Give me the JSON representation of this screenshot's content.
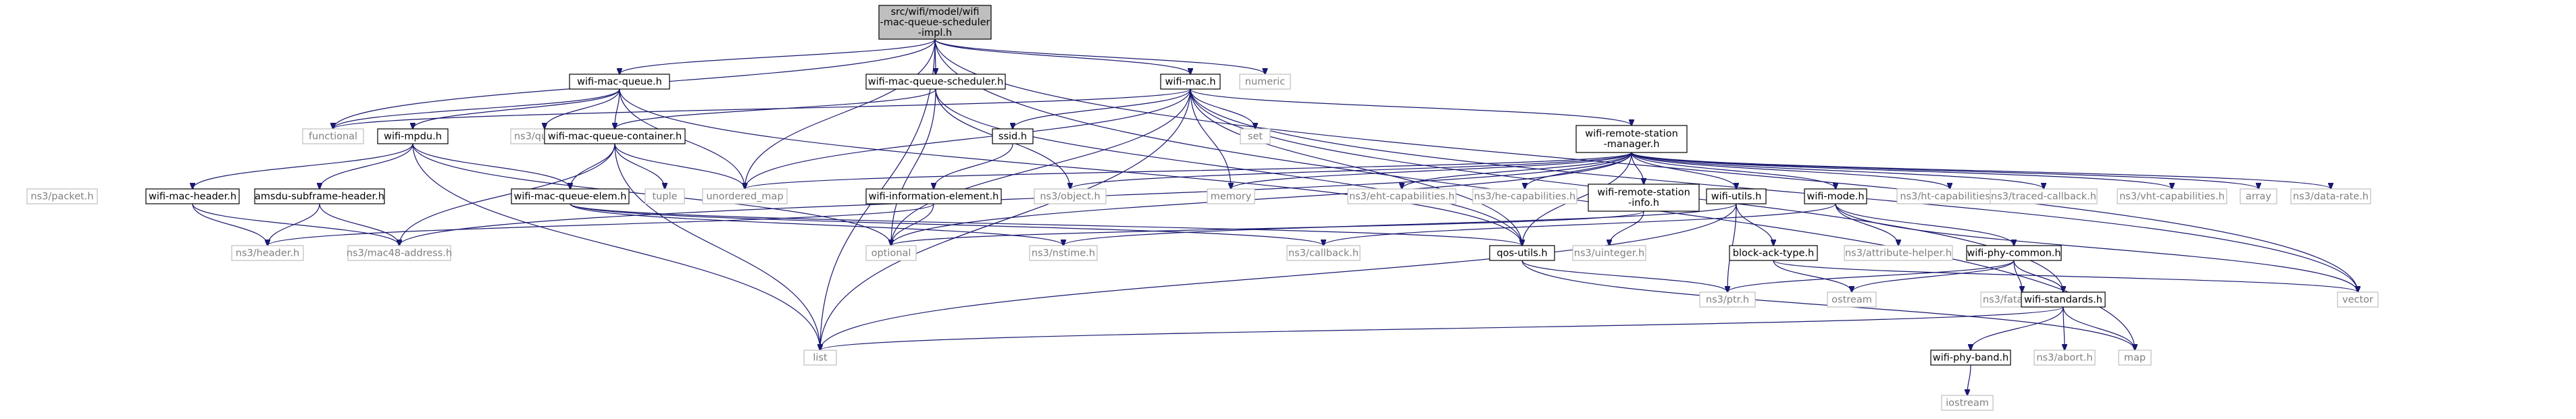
{
  "graph": {
    "root": "src/wifi/model/wifi-mac-queue-scheduler-impl.h",
    "nodes": [
      {
        "id": "root",
        "lines": [
          "src/wifi/model/wifi",
          "-mac-queue-scheduler",
          "-impl.h"
        ],
        "kind": "root"
      },
      {
        "id": "wifi-mac-queue-h",
        "lines": [
          "wifi-mac-queue.h"
        ],
        "kind": "file"
      },
      {
        "id": "wifi-mac-queue-scheduler-h",
        "lines": [
          "wifi-mac-queue-scheduler.h"
        ],
        "kind": "file"
      },
      {
        "id": "wifi-mac-h",
        "lines": [
          "wifi-mac.h"
        ],
        "kind": "file"
      },
      {
        "id": "numeric",
        "lines": [
          "numeric"
        ],
        "kind": "system"
      },
      {
        "id": "functional",
        "lines": [
          "functional"
        ],
        "kind": "system"
      },
      {
        "id": "ns3-queue-h",
        "lines": [
          "ns3/queue.h"
        ],
        "kind": "system"
      },
      {
        "id": "wifi-mpdu-h",
        "lines": [
          "wifi-mpdu.h"
        ],
        "kind": "file"
      },
      {
        "id": "wifi-mac-queue-container-h",
        "lines": [
          "wifi-mac-queue-container.h"
        ],
        "kind": "file"
      },
      {
        "id": "ssid-h",
        "lines": [
          "ssid.h"
        ],
        "kind": "file"
      },
      {
        "id": "set",
        "lines": [
          "set"
        ],
        "kind": "system"
      },
      {
        "id": "wifi-remote-station-manager-h",
        "lines": [
          "wifi-remote-station",
          "-manager.h"
        ],
        "kind": "file"
      },
      {
        "id": "ns3-packet-h",
        "lines": [
          "ns3/packet.h"
        ],
        "kind": "system"
      },
      {
        "id": "wifi-mac-header-h",
        "lines": [
          "wifi-mac-header.h"
        ],
        "kind": "file"
      },
      {
        "id": "amsdu-subframe-header-h",
        "lines": [
          "amsdu-subframe-header.h"
        ],
        "kind": "file"
      },
      {
        "id": "wifi-mac-queue-elem-h",
        "lines": [
          "wifi-mac-queue-elem.h"
        ],
        "kind": "file"
      },
      {
        "id": "tuple",
        "lines": [
          "tuple"
        ],
        "kind": "system"
      },
      {
        "id": "unordered-map",
        "lines": [
          "unordered_map"
        ],
        "kind": "system"
      },
      {
        "id": "wifi-information-element-h",
        "lines": [
          "wifi-information-element.h"
        ],
        "kind": "file"
      },
      {
        "id": "ns3-object-h",
        "lines": [
          "ns3/object.h"
        ],
        "kind": "system"
      },
      {
        "id": "memory",
        "lines": [
          "memory"
        ],
        "kind": "system"
      },
      {
        "id": "ns3-eht-capabilities-h",
        "lines": [
          "ns3/eht-capabilities.h"
        ],
        "kind": "system"
      },
      {
        "id": "ns3-he-capabilities-h",
        "lines": [
          "ns3/he-capabilities.h"
        ],
        "kind": "system"
      },
      {
        "id": "wifi-remote-station-info-h",
        "lines": [
          "wifi-remote-station",
          "-info.h"
        ],
        "kind": "file"
      },
      {
        "id": "wifi-utils-h",
        "lines": [
          "wifi-utils.h"
        ],
        "kind": "file"
      },
      {
        "id": "wifi-mode-h",
        "lines": [
          "wifi-mode.h"
        ],
        "kind": "file"
      },
      {
        "id": "ns3-ht-capabilities-h",
        "lines": [
          "ns3/ht-capabilities.h"
        ],
        "kind": "system"
      },
      {
        "id": "ns3-traced-callback-h",
        "lines": [
          "ns3/traced-callback.h"
        ],
        "kind": "system"
      },
      {
        "id": "ns3-vht-capabilities-h",
        "lines": [
          "ns3/vht-capabilities.h"
        ],
        "kind": "system"
      },
      {
        "id": "array",
        "lines": [
          "array"
        ],
        "kind": "system"
      },
      {
        "id": "ns3-data-rate-h",
        "lines": [
          "ns3/data-rate.h"
        ],
        "kind": "system"
      },
      {
        "id": "ns3-header-h",
        "lines": [
          "ns3/header.h"
        ],
        "kind": "system"
      },
      {
        "id": "ns3-mac48-address-h",
        "lines": [
          "ns3/mac48-address.h"
        ],
        "kind": "system"
      },
      {
        "id": "optional",
        "lines": [
          "optional"
        ],
        "kind": "system"
      },
      {
        "id": "ns3-nstime-h",
        "lines": [
          "ns3/nstime.h"
        ],
        "kind": "system"
      },
      {
        "id": "ns3-callback-h",
        "lines": [
          "ns3/callback.h"
        ],
        "kind": "system"
      },
      {
        "id": "qos-utils-h",
        "lines": [
          "qos-utils.h"
        ],
        "kind": "file"
      },
      {
        "id": "ns3-uinteger-h",
        "lines": [
          "ns3/uinteger.h"
        ],
        "kind": "system"
      },
      {
        "id": "block-ack-type-h",
        "lines": [
          "block-ack-type.h"
        ],
        "kind": "file"
      },
      {
        "id": "ns3-attribute-helper-h",
        "lines": [
          "ns3/attribute-helper.h"
        ],
        "kind": "system"
      },
      {
        "id": "wifi-phy-common-h",
        "lines": [
          "wifi-phy-common.h"
        ],
        "kind": "file"
      },
      {
        "id": "vector",
        "lines": [
          "vector"
        ],
        "kind": "system"
      },
      {
        "id": "ostream",
        "lines": [
          "ostream"
        ],
        "kind": "system"
      },
      {
        "id": "ns3-ptr-h",
        "lines": [
          "ns3/ptr.h"
        ],
        "kind": "system"
      },
      {
        "id": "ns3-fatal-error-h",
        "lines": [
          "ns3/fatal-error.h"
        ],
        "kind": "system"
      },
      {
        "id": "wifi-standards-h",
        "lines": [
          "wifi-standards.h"
        ],
        "kind": "file"
      },
      {
        "id": "list",
        "lines": [
          "list"
        ],
        "kind": "system"
      },
      {
        "id": "ns3-abort-h",
        "lines": [
          "ns3/abort.h"
        ],
        "kind": "system"
      },
      {
        "id": "map",
        "lines": [
          "map"
        ],
        "kind": "system"
      },
      {
        "id": "wifi-phy-band-h",
        "lines": [
          "wifi-phy-band.h"
        ],
        "kind": "file"
      },
      {
        "id": "iostream",
        "lines": [
          "iostream"
        ],
        "kind": "system"
      }
    ],
    "edges": [
      [
        "root",
        "wifi-mac-queue-h"
      ],
      [
        "root",
        "wifi-mac-queue-scheduler-h"
      ],
      [
        "root",
        "wifi-mac-h"
      ],
      [
        "root",
        "numeric"
      ],
      [
        "root",
        "functional"
      ],
      [
        "root",
        "unordered-map"
      ],
      [
        "root",
        "list"
      ],
      [
        "root",
        "vector"
      ],
      [
        "root",
        "map"
      ],
      [
        "wifi-mac-queue-h",
        "functional"
      ],
      [
        "wifi-mac-queue-h",
        "ns3-queue-h"
      ],
      [
        "wifi-mac-queue-h",
        "wifi-mpdu-h"
      ],
      [
        "wifi-mac-queue-h",
        "wifi-mac-queue-container-h"
      ],
      [
        "wifi-mac-queue-h",
        "unordered-map"
      ],
      [
        "wifi-mac-queue-h",
        "qos-utils-h"
      ],
      [
        "wifi-mac-queue-scheduler-h",
        "wifi-mac-queue-container-h"
      ],
      [
        "wifi-mac-queue-scheduler-h",
        "ns3-object-h"
      ],
      [
        "wifi-mac-queue-scheduler-h",
        "optional"
      ],
      [
        "wifi-mac-queue-scheduler-h",
        "qos-utils-h"
      ],
      [
        "wifi-mac-h",
        "functional"
      ],
      [
        "wifi-mac-h",
        "ssid-h"
      ],
      [
        "wifi-mac-h",
        "set"
      ],
      [
        "wifi-mac-h",
        "wifi-remote-station-manager-h"
      ],
      [
        "wifi-mac-h",
        "unordered-map"
      ],
      [
        "wifi-mac-h",
        "memory"
      ],
      [
        "wifi-mac-h",
        "optional"
      ],
      [
        "wifi-mac-h",
        "list"
      ],
      [
        "wifi-mac-h",
        "vector"
      ],
      [
        "wifi-mac-h",
        "wifi-standards-h"
      ],
      [
        "wifi-mac-h",
        "qos-utils-h"
      ],
      [
        "wifi-mpdu-h",
        "wifi-mac-header-h"
      ],
      [
        "wifi-mpdu-h",
        "amsdu-subframe-header-h"
      ],
      [
        "wifi-mpdu-h",
        "wifi-mac-queue-elem-h"
      ],
      [
        "wifi-mpdu-h",
        "optional"
      ],
      [
        "wifi-mpdu-h",
        "list"
      ],
      [
        "wifi-mac-queue-container-h",
        "wifi-mac-queue-elem-h"
      ],
      [
        "wifi-mac-queue-container-h",
        "tuple"
      ],
      [
        "wifi-mac-queue-container-h",
        "unordered-map"
      ],
      [
        "wifi-mac-queue-container-h",
        "ns3-mac48-address-h"
      ],
      [
        "wifi-mac-queue-container-h",
        "list"
      ],
      [
        "wifi-mac-header-h",
        "ns3-header-h"
      ],
      [
        "wifi-mac-header-h",
        "ns3-mac48-address-h"
      ],
      [
        "amsdu-subframe-header-h",
        "ns3-header-h"
      ],
      [
        "amsdu-subframe-header-h",
        "ns3-mac48-address-h"
      ],
      [
        "wifi-mac-queue-elem-h",
        "ns3-nstime-h"
      ],
      [
        "wifi-mac-queue-elem-h",
        "ns3-callback-h"
      ],
      [
        "wifi-mac-queue-elem-h",
        "qos-utils-h"
      ],
      [
        "ssid-h",
        "wifi-information-element-h"
      ],
      [
        "wifi-information-element-h",
        "ns3-header-h"
      ],
      [
        "wifi-information-element-h",
        "optional"
      ],
      [
        "wifi-remote-station-manager-h",
        "unordered-map"
      ],
      [
        "wifi-remote-station-manager-h",
        "ns3-object-h"
      ],
      [
        "wifi-remote-station-manager-h",
        "memory"
      ],
      [
        "wifi-remote-station-manager-h",
        "ns3-eht-capabilities-h"
      ],
      [
        "wifi-remote-station-manager-h",
        "ns3-he-capabilities-h"
      ],
      [
        "wifi-remote-station-manager-h",
        "wifi-remote-station-info-h"
      ],
      [
        "wifi-remote-station-manager-h",
        "wifi-utils-h"
      ],
      [
        "wifi-remote-station-manager-h",
        "wifi-mode-h"
      ],
      [
        "wifi-remote-station-manager-h",
        "ns3-ht-capabilities-h"
      ],
      [
        "wifi-remote-station-manager-h",
        "ns3-traced-callback-h"
      ],
      [
        "wifi-remote-station-manager-h",
        "ns3-vht-capabilities-h"
      ],
      [
        "wifi-remote-station-manager-h",
        "array"
      ],
      [
        "wifi-remote-station-manager-h",
        "ns3-data-rate-h"
      ],
      [
        "wifi-remote-station-manager-h",
        "optional"
      ],
      [
        "wifi-remote-station-manager-h",
        "ns3-mac48-address-h"
      ],
      [
        "wifi-remote-station-manager-h",
        "qos-utils-h"
      ],
      [
        "wifi-remote-station-info-h",
        "ns3-uinteger-h"
      ],
      [
        "wifi-remote-station-info-h",
        "optional"
      ],
      [
        "wifi-utils-h",
        "block-ack-type-h"
      ],
      [
        "wifi-utils-h",
        "ns3-nstime-h"
      ],
      [
        "wifi-utils-h",
        "ns3-ptr-h"
      ],
      [
        "wifi-utils-h",
        "list"
      ],
      [
        "wifi-mode-h",
        "ns3-attribute-helper-h"
      ],
      [
        "wifi-mode-h",
        "wifi-phy-common-h"
      ],
      [
        "wifi-mode-h",
        "vector"
      ],
      [
        "wifi-mode-h",
        "ns3-callback-h"
      ],
      [
        "block-ack-type-h",
        "ostream"
      ],
      [
        "block-ack-type-h",
        "vector"
      ],
      [
        "qos-utils-h",
        "ns3-ptr-h"
      ],
      [
        "qos-utils-h",
        "map"
      ],
      [
        "wifi-phy-common-h",
        "ns3-ptr-h"
      ],
      [
        "wifi-phy-common-h",
        "ostream"
      ],
      [
        "wifi-phy-common-h",
        "ns3-fatal-error-h"
      ],
      [
        "wifi-phy-common-h",
        "wifi-standards-h"
      ],
      [
        "wifi-standards-h",
        "list"
      ],
      [
        "wifi-standards-h",
        "ns3-abort-h"
      ],
      [
        "wifi-standards-h",
        "map"
      ],
      [
        "wifi-standards-h",
        "wifi-phy-band-h"
      ],
      [
        "wifi-phy-band-h",
        "iostream"
      ]
    ]
  }
}
